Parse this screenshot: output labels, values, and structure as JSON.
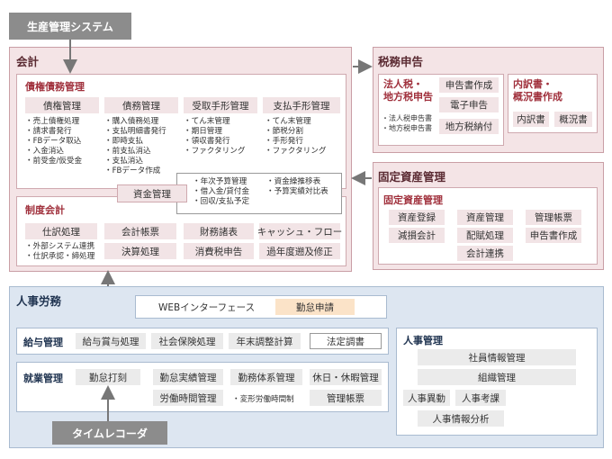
{
  "system_title": "生産管理システム",
  "timecard_label": "タイムレコーダ",
  "accounting": {
    "title": "会計",
    "receivables": {
      "title": "債権債務管理",
      "headers": [
        "債権管理",
        "債務管理",
        "受取手形管理",
        "支払手形管理"
      ],
      "lists": [
        [
          "・売上債権処理",
          "・請求書発行",
          "・FBデータ取込",
          "・入金消込",
          "・前受金/仮受金"
        ],
        [
          "・購入債務処理",
          "・支払明細書発行",
          "・即時支払",
          "・前支払消込",
          "・支払消込",
          "・FBデータ作成"
        ],
        [
          "・てん末管理",
          "・期日管理",
          "・領収書発行",
          "・ファクタリング"
        ],
        [
          "・てん末管理",
          "・節税分割",
          "・手形発行",
          "・ファクタリング"
        ]
      ]
    },
    "funds": {
      "label": "資金管理",
      "items_col1": [
        "・年次予算管理",
        "・借入金/貸付金",
        "・回収/支払予定"
      ],
      "items_col2": [
        "・資金繰推移表",
        "・予算実績対比表"
      ]
    },
    "system": {
      "title": "制度会計",
      "row1": [
        "仕訳処理",
        "会計帳票",
        "財務諸表",
        "キャッシュ・フロー"
      ],
      "row2": [
        "決算処理",
        "消費税申告",
        "過年度遡及修正"
      ],
      "notes": [
        "・外部システム連携",
        "・仕訳承認・締処理"
      ]
    }
  },
  "tax": {
    "title": "税務申告",
    "corp": {
      "title_lines": [
        "法人税・",
        "地方税申告"
      ],
      "buttons": [
        "申告書作成",
        "電子申告",
        "地方税納付"
      ],
      "notes": [
        "・法人税申告書",
        "・地方税申告書"
      ]
    },
    "statement": {
      "title_lines": [
        "内訳書・",
        "概況書作成"
      ],
      "buttons": [
        "内訳書",
        "概況書"
      ]
    }
  },
  "fixed_assets": {
    "title": "固定資産管理",
    "sub_title": "固定資産管理",
    "row1": [
      "資産登録",
      "資産管理",
      "管理帳票"
    ],
    "row2": [
      "減損会計",
      "配賦処理",
      "申告書作成"
    ],
    "row3": [
      "会計連携"
    ]
  },
  "hr": {
    "title": "人事労務",
    "web_label": "WEBインターフェース",
    "web_button": "勤怠申請",
    "payroll": {
      "title": "給与管理",
      "items": [
        "給与賞与処理",
        "社会保険処理",
        "年末調整計算",
        "法定調書"
      ]
    },
    "attendance": {
      "title": "就業管理",
      "row1": [
        "勤怠打刻",
        "勤怠実績管理",
        "勤務体系管理",
        "休日・休暇管理"
      ],
      "row2_items": [
        "労働時間管理",
        "管理帳票"
      ],
      "row2_note": "・変形労働時間制"
    },
    "personnel": {
      "title": "人事管理",
      "items": [
        "社員情報管理",
        "組織管理",
        "人事異動",
        "人事考課",
        "人事情報分析"
      ]
    }
  },
  "colors": {
    "pink_bg": "#f4e4e6",
    "pink_border": "#c99ea5",
    "blue_bg": "#dde6f1",
    "blue_border": "#a9bbd0",
    "dark_label": "#8c8c8c",
    "accent_orange": "#fbe3c8",
    "title_red": "#a0303c"
  }
}
